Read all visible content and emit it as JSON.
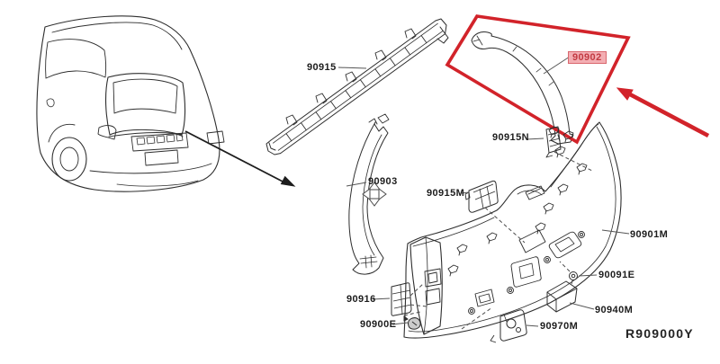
{
  "diagram": {
    "kind": "vehicle-parts-line-diagram",
    "reference_code": "R909000Y",
    "colors": {
      "background": "#ffffff",
      "line": "#2e2e2e",
      "leader": "#555555",
      "highlight_red": "#d2232a",
      "highlight_label_bg": "#f3aeb3",
      "highlight_label_text": "#c23a42"
    },
    "icons": {
      "move_icon": "four-way-arrows",
      "black_arrow": "straight-pointer-arrow",
      "red_arrow": "straight-pointer-arrow"
    },
    "parts": [
      {
        "number": "90915",
        "highlighted": false
      },
      {
        "number": "90902",
        "highlighted": true
      },
      {
        "number": "90915N",
        "highlighted": false
      },
      {
        "number": "90903",
        "highlighted": false
      },
      {
        "number": "90915M",
        "highlighted": false
      },
      {
        "number": "90901M",
        "highlighted": false
      },
      {
        "number": "90091E",
        "highlighted": false
      },
      {
        "number": "90916",
        "highlighted": false
      },
      {
        "number": "90940M",
        "highlighted": false
      },
      {
        "number": "90900E",
        "highlighted": false
      },
      {
        "number": "90970M",
        "highlighted": false
      }
    ]
  }
}
